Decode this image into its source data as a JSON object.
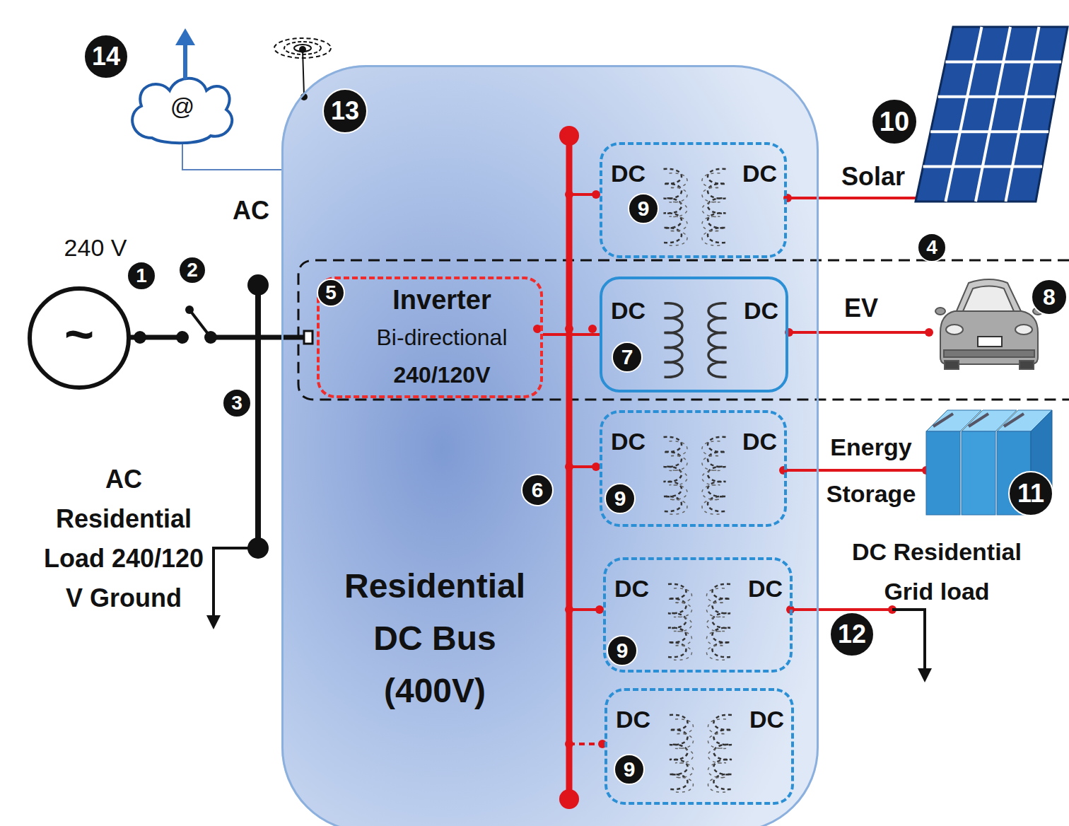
{
  "diagram": {
    "nodes": [
      {
        "text": [
          "Residential DC Bus (400V)"
        ]
      },
      {
        "text": [
          "DC",
          "DC"
        ],
        "in": 0
      },
      {
        "text": [
          "Inverter",
          "Bi-directional",
          "240/120V"
        ],
        "in": 0
      },
      {
        "text": [
          "DC",
          "DC"
        ],
        "in": 0
      },
      {
        "text": [
          "DC",
          "DC"
        ],
        "in": 0
      },
      {
        "text": [
          "DC",
          "DC"
        ],
        "in": 0
      },
      {
        "text": [
          "DC",
          "DC"
        ],
        "in": 0
      }
    ],
    "edges": [
      {
        "from": 2,
        "to": 3,
        "arrow": "none"
      }
    ],
    "labels": [
      "14",
      "13",
      "@",
      "AC",
      "240 V",
      "1",
      "2",
      "~",
      "3",
      "AC Residential Load 240/120 V Ground",
      "10",
      "Solar",
      "4",
      "5",
      "EV",
      "8",
      "9",
      "7",
      "6",
      "9",
      "Energy Storage",
      "11",
      "DC Residential Grid load",
      "9",
      "12",
      "9"
    ]
  }
}
